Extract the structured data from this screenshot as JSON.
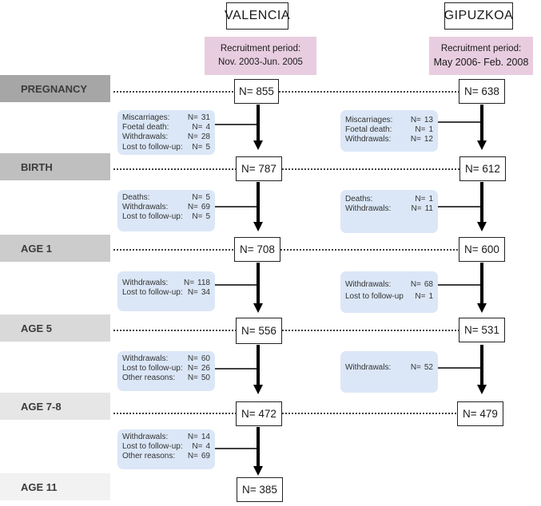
{
  "cohorts": [
    {
      "id": "valencia",
      "name": "VALENCIA",
      "period_label": "Recruitment period:",
      "period_dates": "Nov. 2003-Jun. 2005",
      "counts": [
        "N= 855",
        "N= 787",
        "N= 708",
        "N= 556",
        "N= 472",
        "N= 385"
      ],
      "losses": [
        [
          {
            "label": "Miscarriages:",
            "sep": "N=",
            "value": "31"
          },
          {
            "label": "Foetal death:",
            "sep": "N=",
            "value": "4"
          },
          {
            "label": "Withdrawals:",
            "sep": "N=",
            "value": "28"
          },
          {
            "label": "Lost to follow-up:",
            "sep": "N=",
            "value": "5"
          }
        ],
        [
          {
            "label": "Deaths:",
            "sep": "N=",
            "value": "5"
          },
          {
            "label": "Withdrawals:",
            "sep": "N=",
            "value": "69"
          },
          {
            "label": "Lost to follow-up:",
            "sep": "N=",
            "value": "5"
          }
        ],
        [
          {
            "label": "Withdrawals:",
            "sep": "N=",
            "value": "118"
          },
          {
            "label": "Lost to follow-up:",
            "sep": "N=",
            "value": "34"
          }
        ],
        [
          {
            "label": "Withdrawals:",
            "sep": "N=",
            "value": "60"
          },
          {
            "label": "Lost to follow-up:",
            "sep": "N=",
            "value": "26"
          },
          {
            "label": "Other reasons:",
            "sep": "N=",
            "value": "50"
          }
        ],
        [
          {
            "label": "Withdrawals:",
            "sep": "N=",
            "value": "14"
          },
          {
            "label": "Lost to follow-up:",
            "sep": "N=",
            "value": "4"
          },
          {
            "label": "Other reasons:",
            "sep": "N=",
            "value": "69"
          }
        ]
      ]
    },
    {
      "id": "gipuzkoa",
      "name": "GIPUZKOA",
      "period_label": "Recruitment period:",
      "period_dates": "May 2006- Feb. 2008",
      "counts": [
        "N= 638",
        "N= 612",
        "N= 600",
        "N= 531",
        "N= 479"
      ],
      "losses": [
        [
          {
            "label": "Miscarriages:",
            "sep": "N=",
            "value": "13"
          },
          {
            "label": "Foetal death:",
            "sep": "N=",
            "value": "1"
          },
          {
            "label": "Withdrawals:",
            "sep": "N=",
            "value": "12"
          }
        ],
        [
          {
            "label": "Deaths:",
            "sep": "N=",
            "value": "1"
          },
          {
            "label": "Withdrawals:",
            "sep": "N=",
            "value": "11"
          }
        ],
        [
          {
            "label": "Withdrawals:",
            "sep": "N=",
            "value": "68"
          },
          {
            "label": "Lost to follow-up",
            "sep": "N=",
            "value": "1"
          }
        ],
        [
          {
            "label": "Withdrawals:",
            "sep": "N=",
            "value": "52"
          }
        ]
      ]
    }
  ],
  "stages": [
    "PREGNANCY",
    "BIRTH",
    "AGE 1",
    "AGE 5",
    "AGE 7-8",
    "AGE 11"
  ],
  "colors": {
    "stage_fills": [
      "#a6a6a6",
      "#bfbfbf",
      "#cccccc",
      "#d9d9d9",
      "#e6e6e6",
      "#f2f2f2"
    ],
    "period_fill": "#e8cde0",
    "loss_fill": "#dbe7f7",
    "line": "#000000"
  }
}
